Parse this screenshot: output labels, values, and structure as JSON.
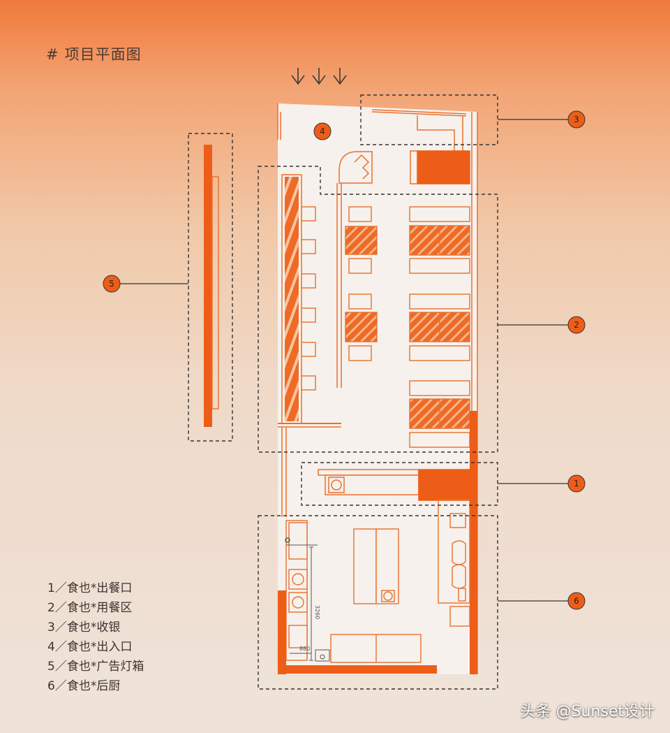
{
  "heading": {
    "hash": "#",
    "text": "项目平面图"
  },
  "callouts": [
    {
      "num": "1",
      "legend": "1／食也*出餐口"
    },
    {
      "num": "2",
      "legend": "2／食也*用餐区"
    },
    {
      "num": "3",
      "legend": "3／食也*收银"
    },
    {
      "num": "4",
      "legend": "4／食也*出入口"
    },
    {
      "num": "5",
      "legend": "5／食也*广告灯箱"
    },
    {
      "num": "6",
      "legend": "6／食也*后厨"
    }
  ],
  "dimensions": {
    "vertical": "3260",
    "horizontal": "880"
  },
  "watermark": "头条 @Sunset设计",
  "colors": {
    "accent": "#ee5d18",
    "line": "#e8702e",
    "floor": "#f6f1ec",
    "dark_line": "#333333"
  },
  "icons": [
    "entrance-arrow-icon",
    "entrance-arrow-icon",
    "entrance-arrow-icon"
  ]
}
